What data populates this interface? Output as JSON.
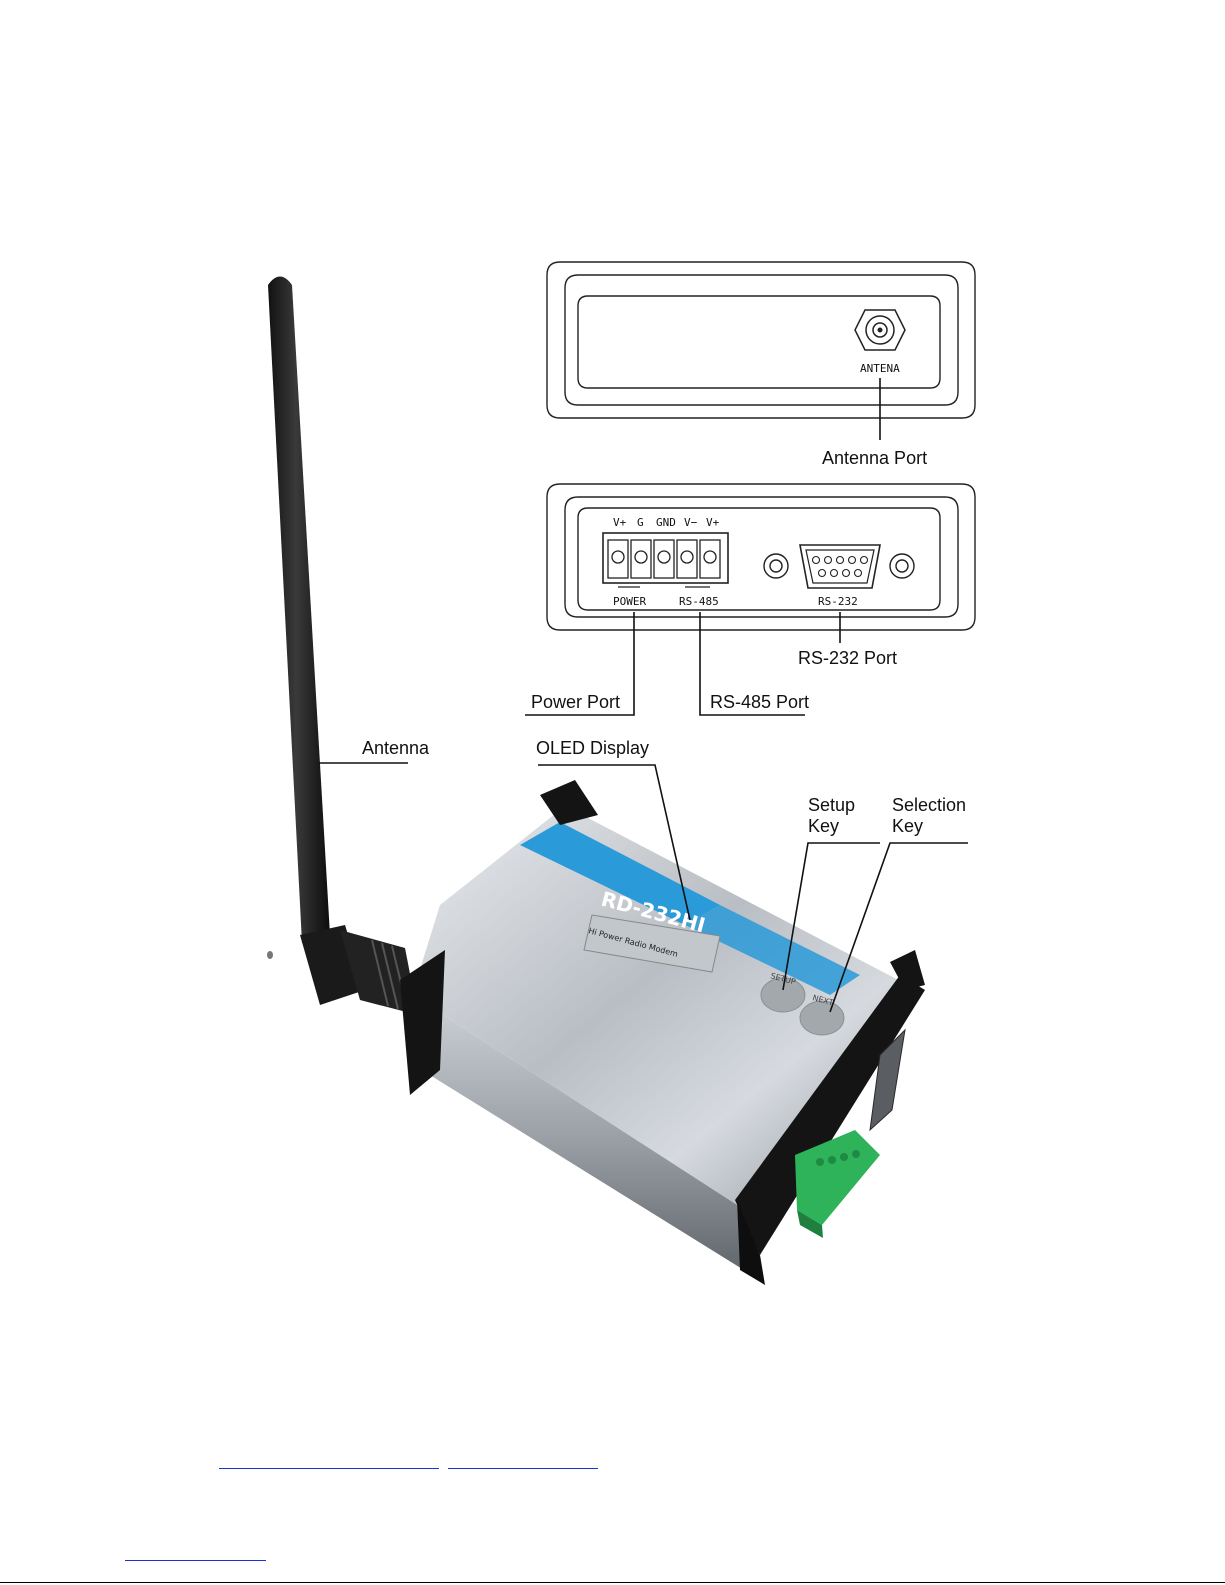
{
  "labels": {
    "antenna_port": "Antenna Port",
    "rs232_port": "RS-232 Port",
    "power_port": "Power Port",
    "rs485_port": "RS-485 Port",
    "antenna": "Antenna",
    "oled_display": "OLED Display",
    "setup_key_line1": "Setup",
    "setup_key_line2": "Key",
    "selection_key_line1": "Selection",
    "selection_key_line2": "Key"
  },
  "panel_text": {
    "antena": "ANTENA",
    "pin_v_plus": "V+",
    "pin_g": "G",
    "pin_gnd": "GND",
    "pin_v_minus": "V−",
    "pin_v_plus_2": "V+",
    "power": "POWER",
    "rs485": "RS-485",
    "rs232": "RS-232"
  },
  "device": {
    "model": "RD-232HI",
    "subtitle": "Hi Power Radio Modem",
    "setup_button": "SETUP",
    "next_button": "NEXT"
  },
  "colors": {
    "accent_stripe": "#2a9ad8",
    "terminal_green": "#2fb35a",
    "link_blue": "#1d2dd8"
  }
}
